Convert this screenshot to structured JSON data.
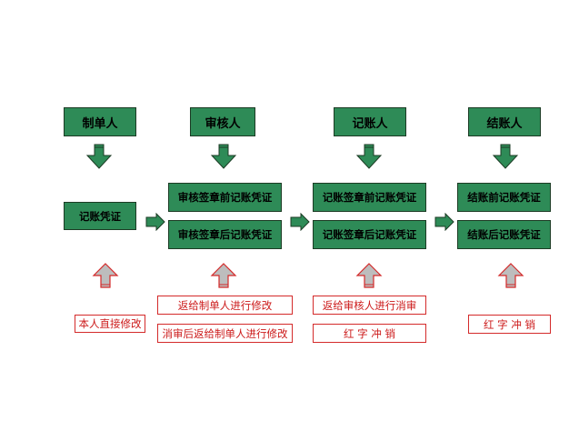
{
  "colors": {
    "box_fill": "#2e8b57",
    "box_border": "#1c3b24",
    "arrow_fill": "#2e8b57",
    "up_arrow_fill": "#bdbdbd",
    "up_arrow_border": "#d42a2a",
    "note_border": "#d42a2a",
    "note_text": "#cc1a1a"
  },
  "roles": {
    "preparer": "制单人",
    "reviewer": "审核人",
    "bookkeeper": "记账人",
    "closer": "结账人"
  },
  "stages": {
    "prepare_voucher": "记账凭证",
    "review_before": "审核签章前记账凭证",
    "review_after": "审核签章后记账凭证",
    "post_before": "记账签章前记账凭证",
    "post_after": "记账签章后记账凭证",
    "close_before": "结账前记账凭证",
    "close_after": "结账后记账凭证"
  },
  "notes": {
    "preparer_fix": "本人直接修改",
    "reviewer_return": "返给制单人进行修改",
    "reviewer_unreview": "消审后返给制单人进行修改",
    "bookkeeper_return": "返给审核人进行消审",
    "bookkeeper_red": "红 字 冲 销",
    "closer_red": "红 字 冲 销"
  }
}
